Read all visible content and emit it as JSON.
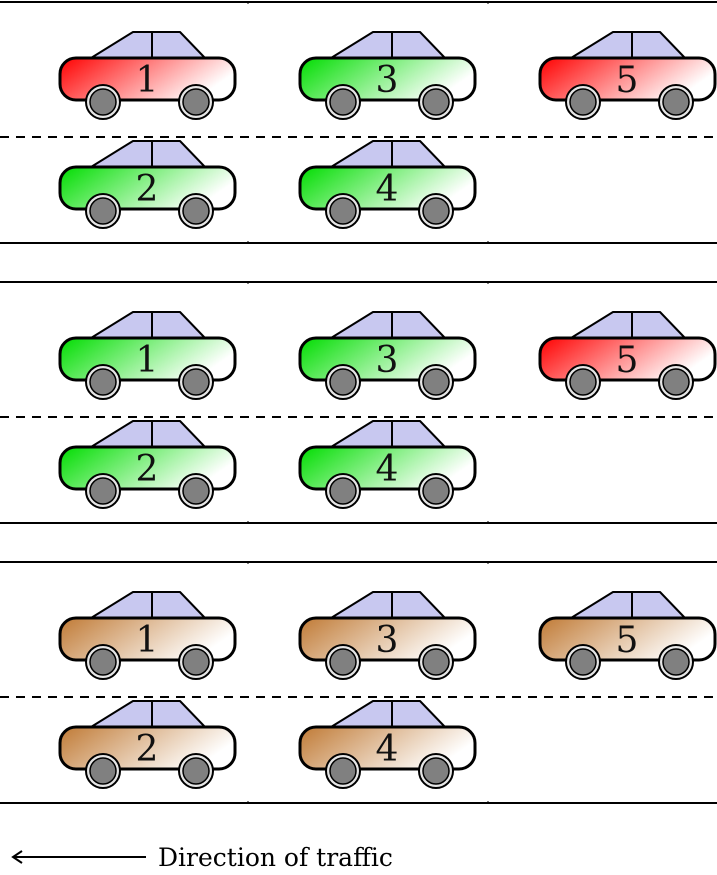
{
  "colors": {
    "red": "#ff0000",
    "green": "#00dd00",
    "brown": "#c07a35",
    "roof": "#c8c8f0",
    "wheel": "#808080"
  },
  "panels": [
    {
      "cars": [
        {
          "number": "1",
          "lane": "top",
          "slot": 1,
          "color": "red"
        },
        {
          "number": "3",
          "lane": "top",
          "slot": 2,
          "color": "green"
        },
        {
          "number": "5",
          "lane": "top",
          "slot": 3,
          "color": "red"
        },
        {
          "number": "2",
          "lane": "bottom",
          "slot": 1,
          "color": "green"
        },
        {
          "number": "4",
          "lane": "bottom",
          "slot": 2,
          "color": "green"
        }
      ]
    },
    {
      "cars": [
        {
          "number": "1",
          "lane": "top",
          "slot": 1,
          "color": "green"
        },
        {
          "number": "3",
          "lane": "top",
          "slot": 2,
          "color": "green"
        },
        {
          "number": "5",
          "lane": "top",
          "slot": 3,
          "color": "red"
        },
        {
          "number": "2",
          "lane": "bottom",
          "slot": 1,
          "color": "green"
        },
        {
          "number": "4",
          "lane": "bottom",
          "slot": 2,
          "color": "green"
        }
      ]
    },
    {
      "cars": [
        {
          "number": "1",
          "lane": "top",
          "slot": 1,
          "color": "brown"
        },
        {
          "number": "3",
          "lane": "top",
          "slot": 2,
          "color": "brown"
        },
        {
          "number": "5",
          "lane": "top",
          "slot": 3,
          "color": "brown"
        },
        {
          "number": "2",
          "lane": "bottom",
          "slot": 1,
          "color": "brown"
        },
        {
          "number": "4",
          "lane": "bottom",
          "slot": 2,
          "color": "brown"
        }
      ]
    }
  ],
  "caption": "Direction of traffic"
}
